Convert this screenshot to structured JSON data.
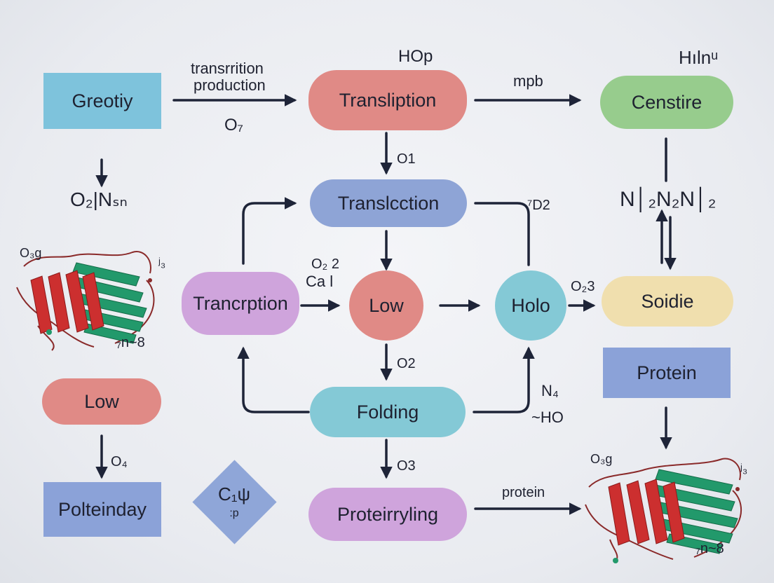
{
  "nodes": {
    "genotype": "Greotiy",
    "translation_top": "Transliption",
    "censtire": "Censtire",
    "translocation": "Translcction",
    "transcription": "Trancrption",
    "low_center": "Low",
    "holo": "Holo",
    "soidie": "Soidie",
    "protein_box": "Protein",
    "folding": "Folding",
    "low_left": "Low",
    "polteinday": "Polteinday",
    "proteirryling": "Proteirryling",
    "diamond_line1": "C₁ψ",
    "diamond_line2": ":p"
  },
  "labels": {
    "transcription_production_1": "transrrition",
    "transcription_production_2": "production",
    "o7": "O₇",
    "hop": "HOp",
    "mpb": "mpb",
    "hinu": "Hılnᵘ",
    "o1": "O1",
    "o2n": "O₂|Nₛₙ",
    "d2": "⁷D2",
    "n2n2n2": "N│₂N₂N│₂",
    "o2_cal_1": "O₂ 2",
    "o2_cal_2": "Ca l",
    "o3_right": "O₂3",
    "o2_mid": "O2",
    "n4": "N₄",
    "ho": "~HO",
    "o4": "O₄",
    "o3_bottom": "O3",
    "protein_arrow": "protein",
    "left_protein_tl": "O₃ɡ",
    "left_protein_tr": "ʲ₃",
    "left_protein_br": "₇n~8",
    "right_protein_tl": "O₃ɡ",
    "right_protein_tr": "ʲ₃",
    "right_protein_br": "₇n~8"
  },
  "colors": {
    "teal_box": "#7ec3dc",
    "red_pill": "#e08a86",
    "green_pill": "#97cc8d",
    "blue_pill": "#8ea4d6",
    "purple_pill": "#cfa4dc",
    "cyan_pill": "#84c9d6",
    "yellow_pill": "#f0dfae",
    "blue_box": "#8ba2d8"
  }
}
